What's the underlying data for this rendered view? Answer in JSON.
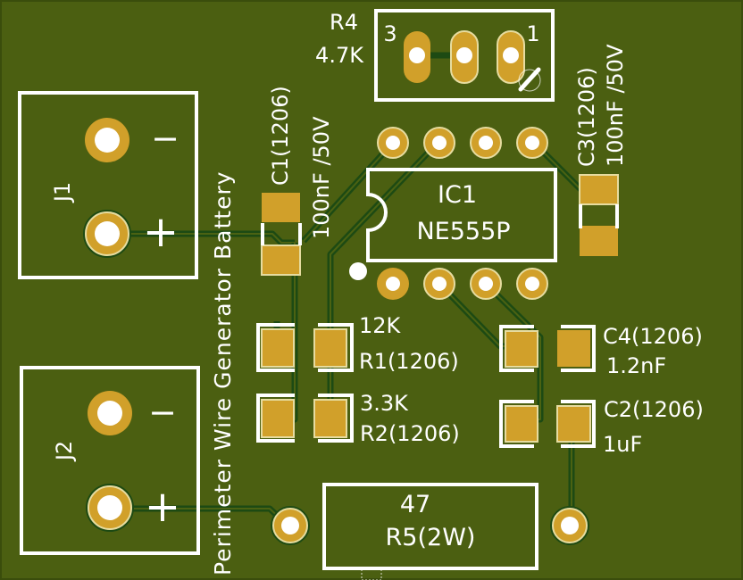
{
  "view": "PCB layout (top layer)",
  "board": {
    "colors": {
      "soldermask": "#4b5f11",
      "copper_pad": "#d1a02a",
      "trace": "#1d4a13",
      "silkscreen": "#ffffff"
    },
    "side_label": "Perimeter Wire Generator Battery"
  },
  "components": {
    "J1": {
      "ref": "J1",
      "minus": "−",
      "plus": "+"
    },
    "J2": {
      "ref": "J2",
      "minus": "−",
      "plus": "+"
    },
    "R4": {
      "ref": "R4",
      "value": "4.7K",
      "pin3": "3",
      "pin1": "1"
    },
    "C1": {
      "ref": "C1(1206)",
      "value": "100nF /50V"
    },
    "C3": {
      "ref": "C3(1206)",
      "value": "100nF /50V"
    },
    "IC1": {
      "ref": "IC1",
      "value": "NE555P"
    },
    "R1": {
      "value": "12K",
      "ref": "R1(1206)"
    },
    "R2": {
      "value": "3.3K",
      "ref": "R2(1206)"
    },
    "C4": {
      "ref": "C4(1206)",
      "value": "1.2nF"
    },
    "C2": {
      "ref": "C2(1206)",
      "value": "1uF"
    },
    "R5": {
      "value": "47",
      "ref": "R5(2W)"
    }
  }
}
